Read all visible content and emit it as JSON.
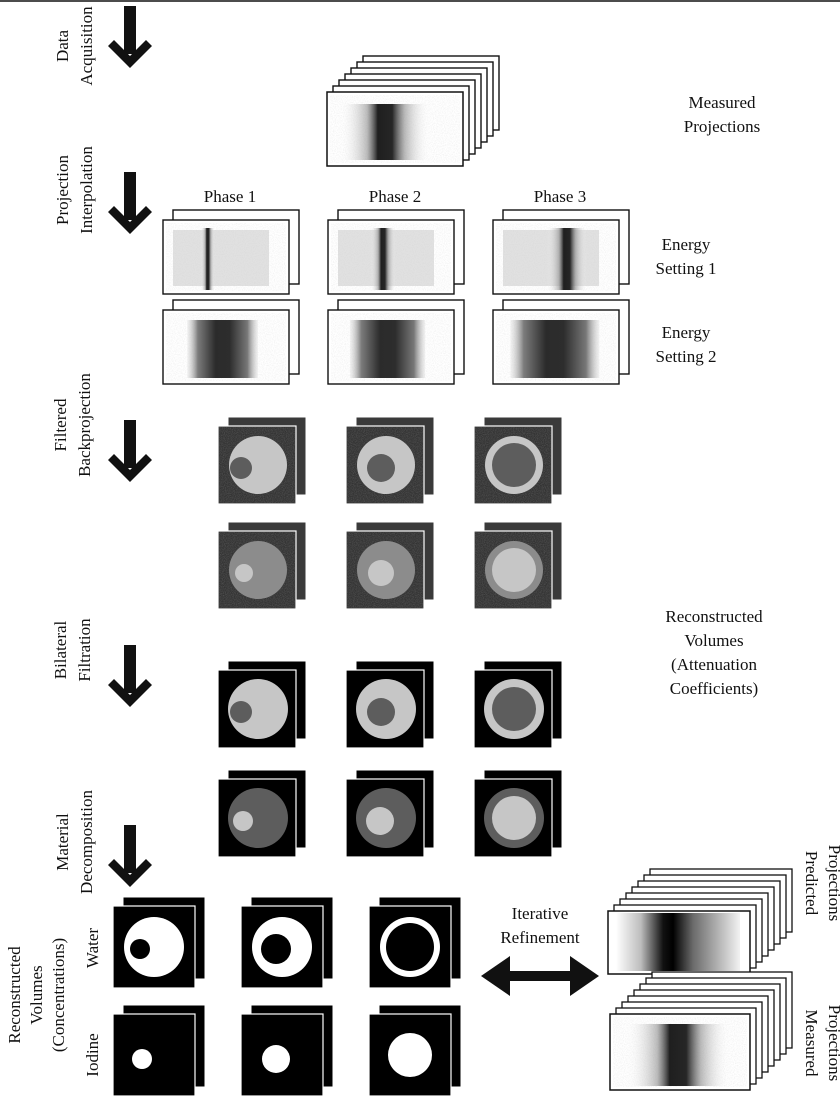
{
  "steps": {
    "data_acquisition": [
      "Data",
      "Acquisition"
    ],
    "projection_interpolation": [
      "Projection",
      "Interpolation"
    ],
    "filtered_backprojection": [
      "Filtered",
      "Backprojection"
    ],
    "bilateral_filtration": [
      "Bilateral",
      "Filtration"
    ],
    "material_decomposition": [
      "Material",
      "Decomposition"
    ]
  },
  "labels": {
    "measured_projections": [
      "Measured",
      "Projections"
    ],
    "phases": [
      "Phase 1",
      "Phase 2",
      "Phase 3"
    ],
    "energy1": [
      "Energy",
      "Setting 1"
    ],
    "energy2": [
      "Energy",
      "Setting 2"
    ],
    "reconstructed_attenuation": [
      "Reconstructed",
      "Volumes",
      "(Attenuation",
      "Coefficients)"
    ],
    "reconstructed_concentrations": [
      "Reconstructed",
      "Volumes",
      "(Concentrations)"
    ],
    "water": "Water",
    "iodine": "Iodine",
    "iterative_refinement": [
      "Iterative",
      "Refinement"
    ],
    "predicted_projections": [
      "Predicted",
      "Projections"
    ],
    "measured_projections_side": [
      "Measured",
      "Projections"
    ]
  },
  "colors": {
    "ink": "#111111",
    "noise_dark": "#404040",
    "light_disk": "#c8c8c8",
    "mid_disk": "#5e5e5e"
  }
}
